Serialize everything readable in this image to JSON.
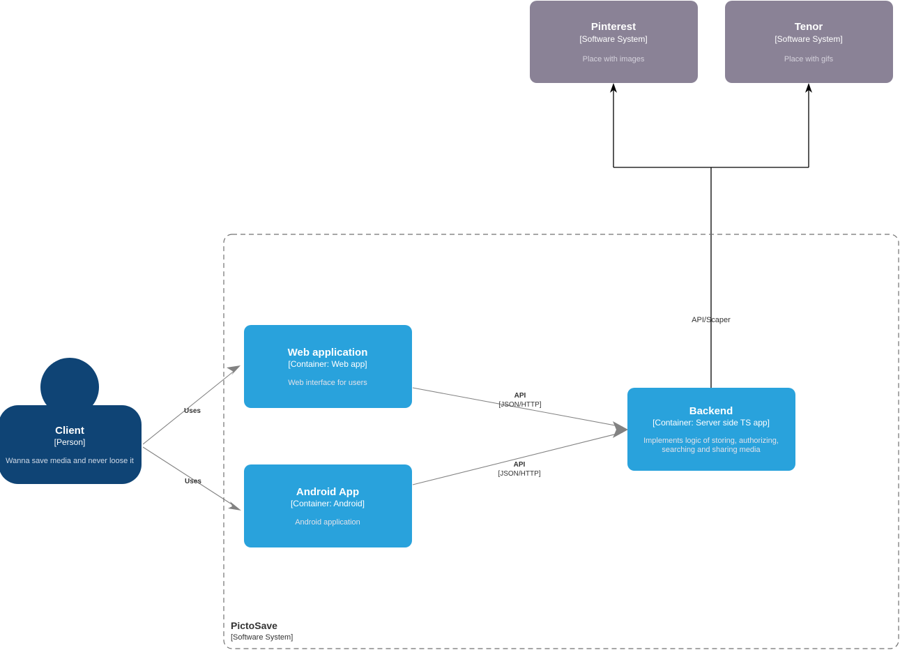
{
  "diagram": {
    "kind": "c4-container-diagram",
    "boundary": {
      "name": "PictoSave",
      "type": "[Software System]"
    },
    "colors": {
      "container_fill": "#29a2dc",
      "person_fill": "#0f4475",
      "external_system_fill": "#8a8296",
      "edge_gray": "#828282",
      "edge_dark": "#000000",
      "boundary_stroke": "#707070",
      "canvas": "#ffffff"
    },
    "nodes": [
      {
        "id": "pinterest",
        "name": "Pinterest",
        "type": "[Software System]",
        "description": "Place with images",
        "style": "external-system"
      },
      {
        "id": "tenor",
        "name": "Tenor",
        "type": "[Software System]",
        "description": "Place with gifs",
        "style": "external-system"
      },
      {
        "id": "client",
        "name": "Client",
        "type": "[Person]",
        "description": "Wanna save media and never loose it",
        "style": "person"
      },
      {
        "id": "web-application",
        "name": "Web application",
        "type": "[Container: Web app]",
        "description": "Web interface for users",
        "style": "container"
      },
      {
        "id": "android-app",
        "name": "Android App",
        "type": "[Container: Android]",
        "description": "Android application",
        "style": "container"
      },
      {
        "id": "backend",
        "name": "Backend",
        "type": "[Container: Server side TS app]",
        "description_line1": "Implements logic of storing, authorizing,",
        "description_line2": "searching and sharing media",
        "style": "container"
      }
    ],
    "edges": [
      {
        "id": "client-to-web",
        "from": "client",
        "to": "web-application",
        "label": "Uses",
        "technology": ""
      },
      {
        "id": "client-to-android",
        "from": "client",
        "to": "android-app",
        "label": "Uses",
        "technology": ""
      },
      {
        "id": "web-to-backend",
        "from": "web-application",
        "to": "backend",
        "label": "API",
        "technology": "[JSON/HTTP]"
      },
      {
        "id": "android-to-backend",
        "from": "android-app",
        "to": "backend",
        "label": "API",
        "technology": "[JSON/HTTP]"
      },
      {
        "id": "backend-to-externals",
        "from": "backend",
        "to": "pinterest, tenor",
        "label": "API/Scaper",
        "technology": ""
      }
    ]
  }
}
